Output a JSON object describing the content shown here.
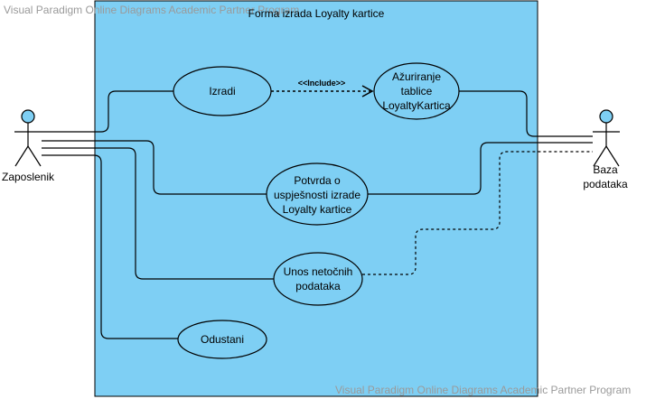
{
  "watermark": {
    "top": "Visual Paradigm Online Diagrams Academic Partner Program",
    "bottom": "Visual Paradigm Online Diagrams Academic Partner Program"
  },
  "system": {
    "title": "Forma izrada Loyalty kartice"
  },
  "actors": {
    "left": "Zaposlenik",
    "right": "Baza podataka"
  },
  "use_cases": {
    "izradi": "Izradi",
    "azuriranje": "Ažuriranje\ntablice\nLoyaltyKartica",
    "potvrda": "Potvrda o\nuspješnosti izrade\nLoyalty kartice",
    "unos": "Unos netočnih\npodataka",
    "odustani": "Odustani"
  },
  "relations": {
    "include": "<<Include>>"
  },
  "colors": {
    "system_fill": "#7ecff4",
    "actor_head": "#7ecff4",
    "line": "#000000"
  }
}
